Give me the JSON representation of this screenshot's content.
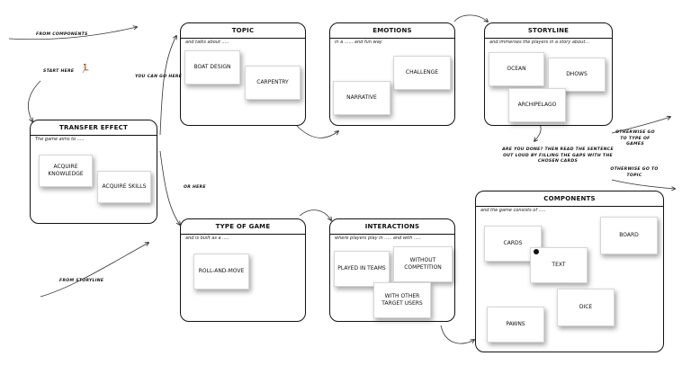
{
  "frames": {
    "transfer": {
      "title": "TRANSFER EFFECT",
      "lead": "The game aims to .....",
      "cards": [
        "ACQUIRE KNOWLEDGE",
        "ACQUIRE SKILLS"
      ]
    },
    "topic": {
      "title": "TOPIC",
      "lead": "and talks about .....",
      "cards": [
        "BOAT DESIGN",
        "CARPENTRY"
      ]
    },
    "emotions": {
      "title": "EMOTIONS",
      "lead": "in a ...... and fun way",
      "cards": [
        "CHALLENGE",
        "NARRATIVE"
      ]
    },
    "storyline": {
      "title": "STORYLINE",
      "lead": "and immerses the players in a story about...",
      "cards": [
        "OCEAN",
        "DHOWS",
        "ARCHIPELAGO"
      ]
    },
    "type": {
      "title": "TYPE OF GAME",
      "lead": "and is built as a .....",
      "cards": [
        "ROLL-AND-MOVE"
      ]
    },
    "interactions": {
      "title": "INTERACTIONS",
      "lead": "where players play in ..... and with .....",
      "cards": [
        "PLAYED IN TEAMS",
        "WITHOUT COMPETITION",
        "WITH OTHER TARGET USERS"
      ]
    },
    "components": {
      "title": "COMPONENTS",
      "lead": "and the game consists of .....",
      "cards": [
        "CARDS",
        "BOARD",
        "TEXT",
        "DICE",
        "PAWNS"
      ]
    }
  },
  "notes": {
    "from_components": "FROM COMPONENTS",
    "start_here": "START HERE",
    "you_can_go_here": "YOU CAN GO HERE",
    "or_here": "OR HERE",
    "from_storyline": "FROM STORYLINE",
    "are_you_done": "ARE YOU DONE? THEN READ THE SENTENCE OUT LOUD BY FILLING THE GAPS WITH THE CHOSEN CARDS",
    "otherwise_type": "OTHERWISE GO TO TYPE OF GAMES",
    "otherwise_topic": "OTHERWISE GO TO TOPIC"
  },
  "icons": {
    "start": "running-figure-icon",
    "marker": "dot-marker-icon"
  }
}
